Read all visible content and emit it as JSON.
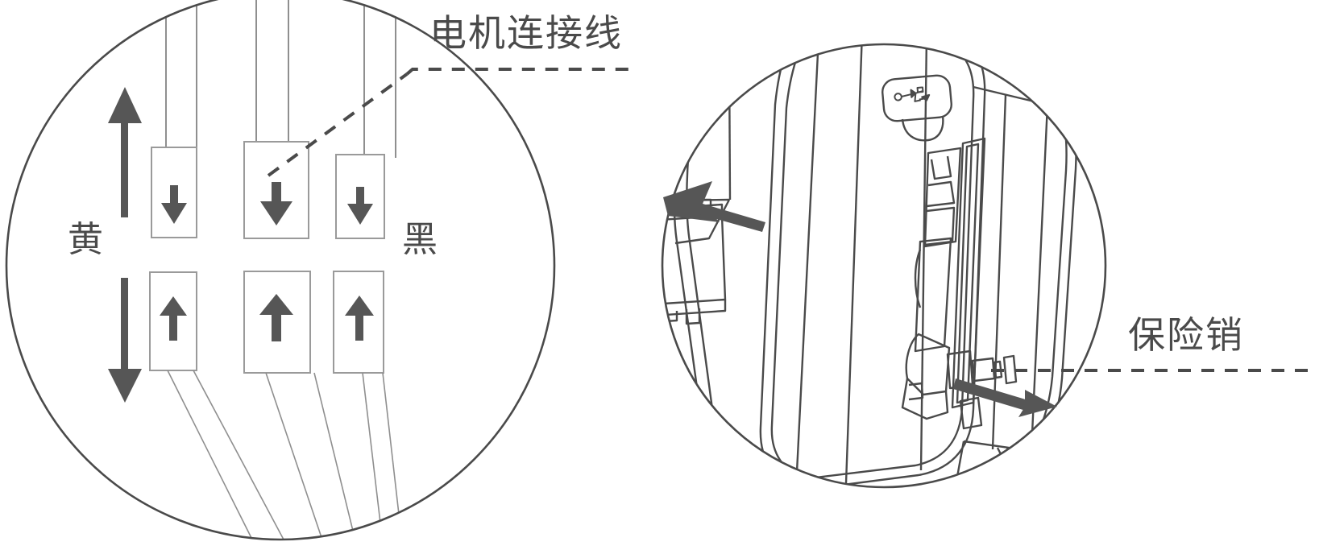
{
  "figure": {
    "type": "technical-illustration",
    "description": "Two circular detail callouts from a product manual",
    "line_color": "#4a4a4a",
    "thin_line_color": "#8a8a8a",
    "arrow_fill": "#565656",
    "background": "#ffffff"
  },
  "callouts": [
    {
      "id": "left",
      "name": "motor-wiring-detail",
      "label": "电机连接线",
      "label_meaning": "motor connection wire",
      "leader": "dashed",
      "side_labels": [
        {
          "text": "黄",
          "meaning": "yellow",
          "position": "left"
        },
        {
          "text": "黑",
          "meaning": "black",
          "position": "right"
        }
      ],
      "connectors": {
        "top_row_count": 3,
        "top_row_arrow": "down-arrow-icon",
        "bottom_row_count": 3,
        "bottom_row_arrow": "up-arrow-icon"
      },
      "direction_indicator": {
        "up_arrow": "up-arrow-icon",
        "down_arrow": "down-arrow-icon"
      }
    },
    {
      "id": "right",
      "name": "safety-pin-detail",
      "label": "保险销",
      "label_meaning": "safety pin",
      "leader": "dashed",
      "icons": [
        {
          "name": "usb-port-icon",
          "label": "USB"
        }
      ],
      "arrows": [
        {
          "name": "left-pointing-arrow",
          "direction": "left"
        },
        {
          "name": "right-pointing-arrow",
          "direction": "right"
        }
      ]
    }
  ],
  "labels": {
    "motor_wire": "电机连接线",
    "safety_pin": "保险销",
    "yellow": "黄",
    "black": "黑"
  }
}
